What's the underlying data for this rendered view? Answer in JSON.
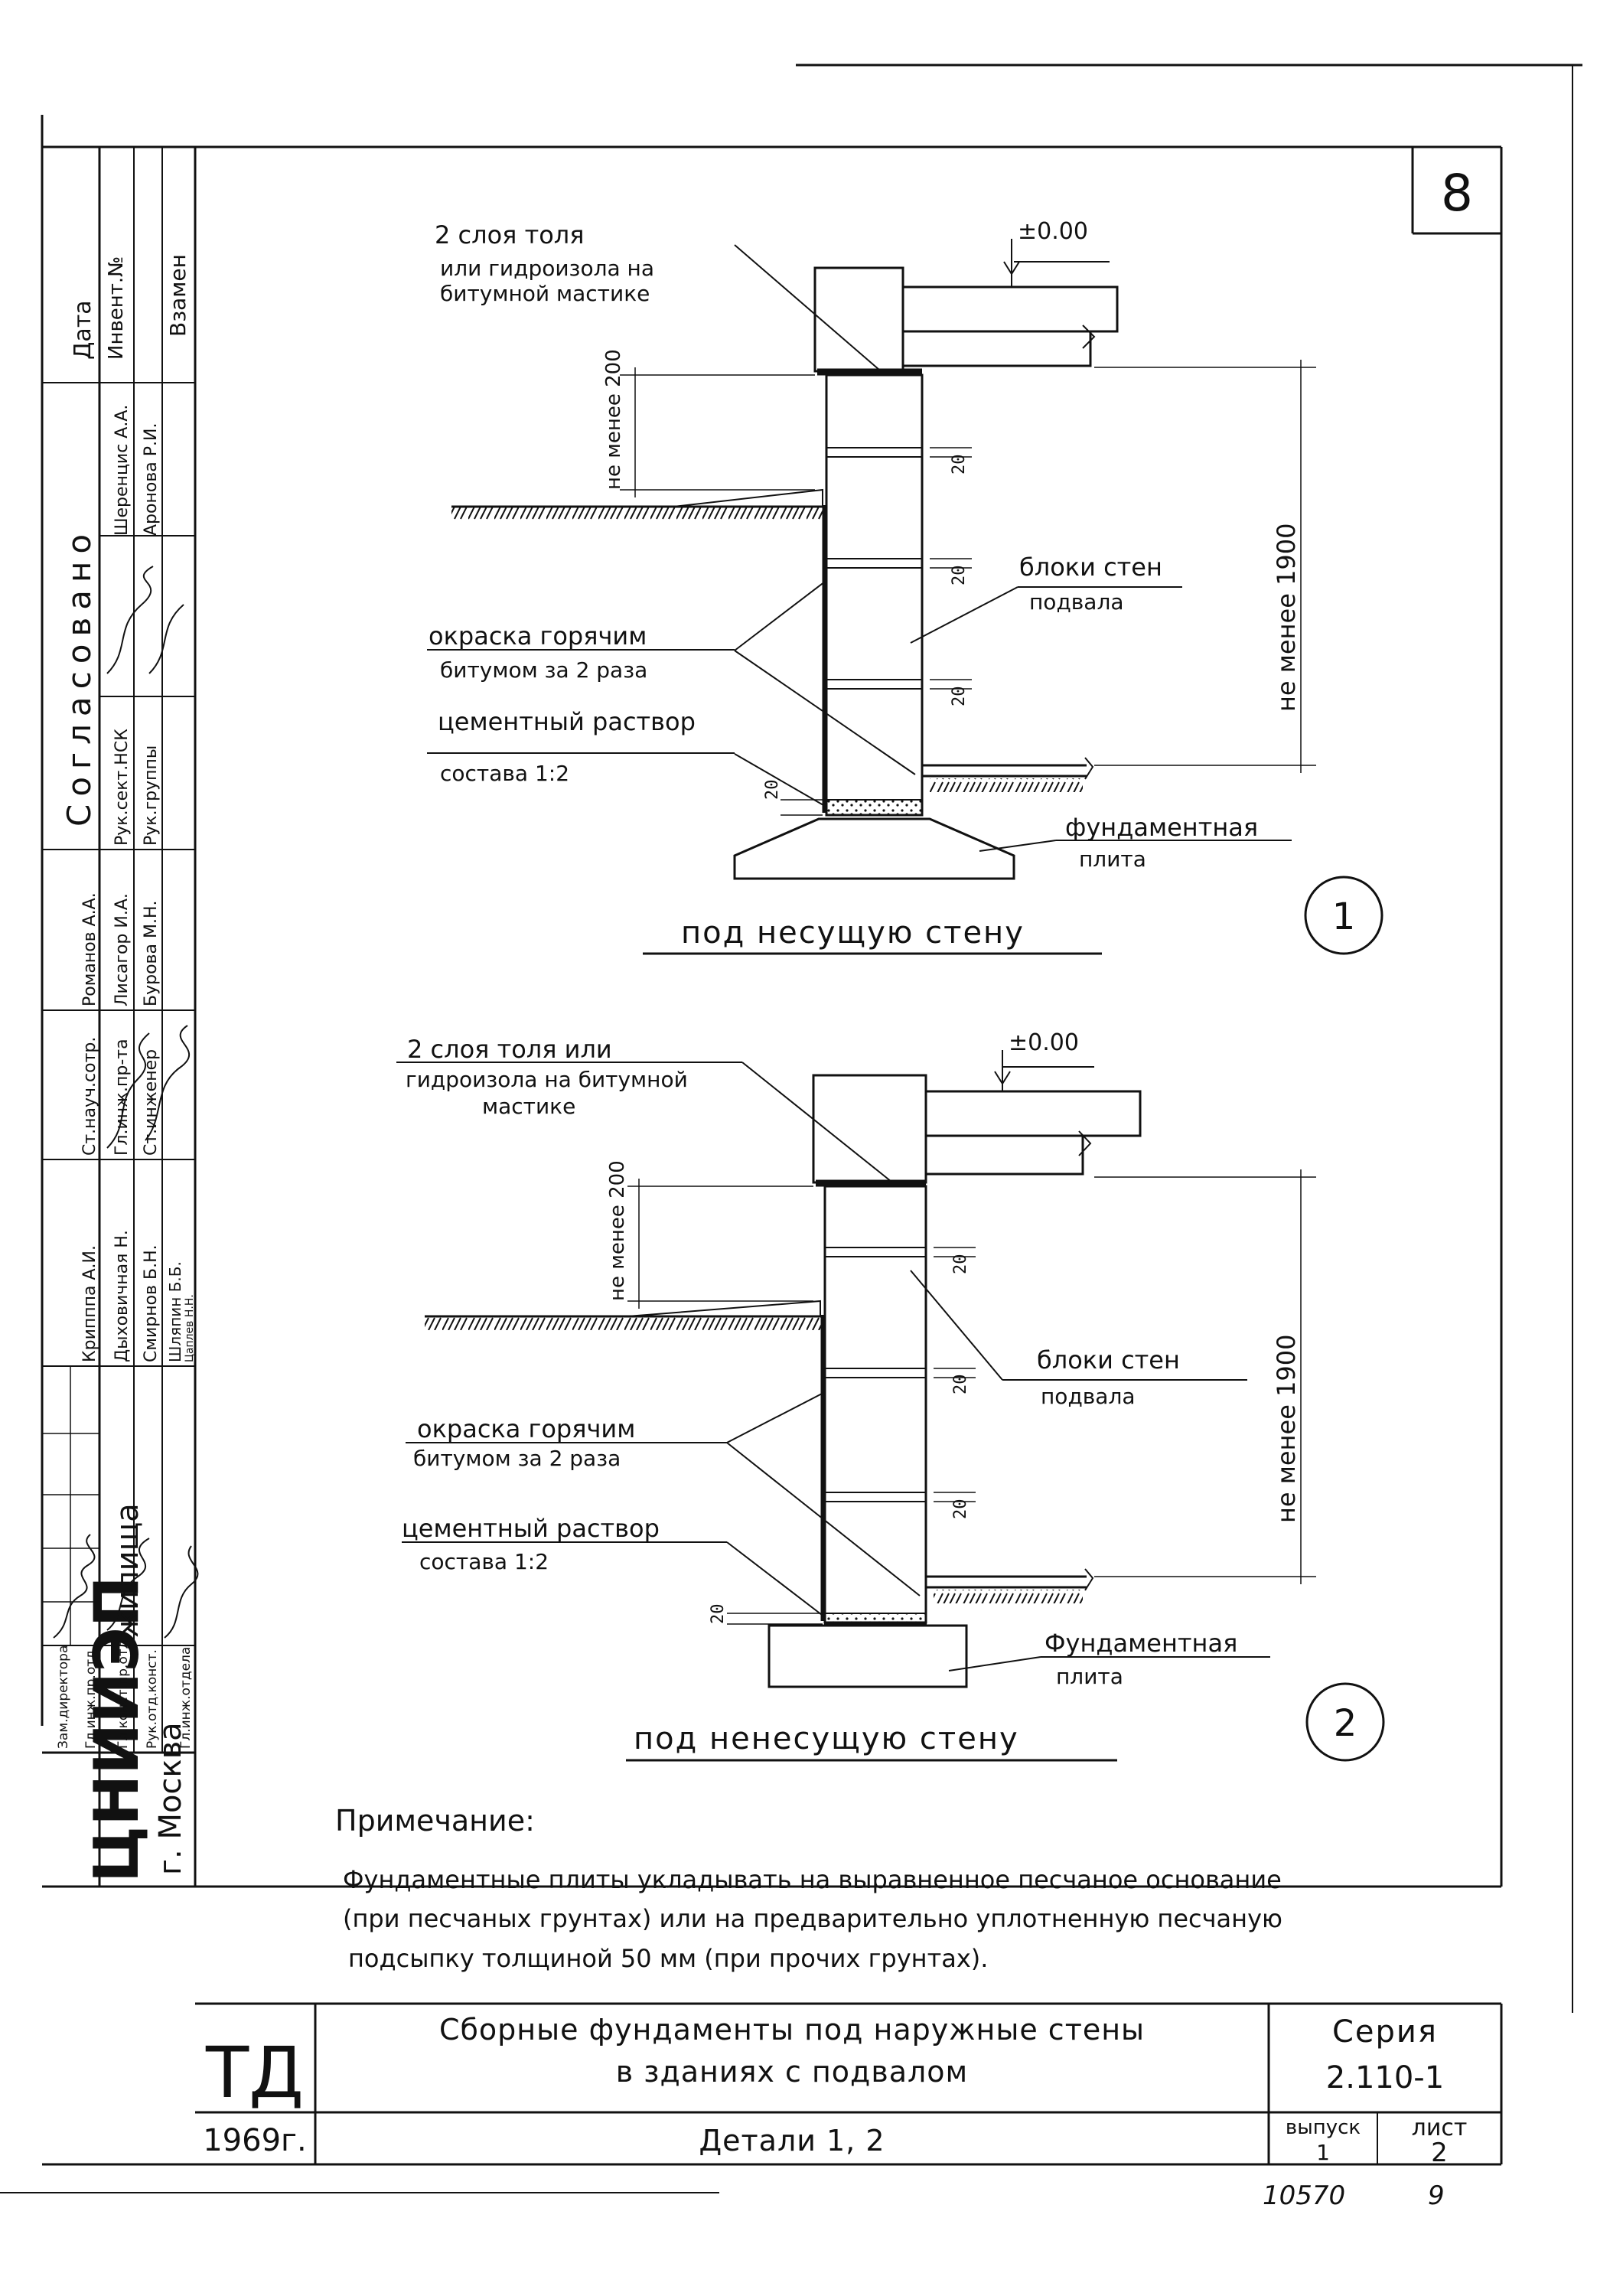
{
  "sheet": {
    "number": "8",
    "bottom_left_number": "10570",
    "bottom_right_number": "9"
  },
  "detail1": {
    "layers_note_line1": "2 слоя  толя",
    "layers_note_line2": "или гидроизола на",
    "layers_note_line3": "битумной мастике",
    "level": "±0.00",
    "dim_200": "не менее 200",
    "dim_1900": "не менее 1900",
    "dim_20": "20",
    "blocks_line1": "блоки стен",
    "blocks_line2": "подвала",
    "paint_line1": "окраска горячим",
    "paint_line2": "битумом за 2 раза",
    "mortar_line1": "цементный раствор",
    "mortar_line2": "состава 1:2",
    "plate_line1": "фундаментная",
    "plate_line2": "плита",
    "title": "под несущую стену",
    "marker": "1"
  },
  "detail2": {
    "layers_note_line1": "2 слоя толя  или",
    "layers_note_line2": "гидроизола на битумной",
    "layers_note_line3": "мастике",
    "level": "±0.00",
    "dim_200": "не менее 200",
    "dim_1900": "не менее 1900",
    "dim_20": "20",
    "blocks_line1": "блоки стен",
    "blocks_line2": "подвала",
    "paint_line1": "окраска горячим",
    "paint_line2": "битумом за 2 раза",
    "mortar_line1": "цементный раствор",
    "mortar_line2": "состава 1:2",
    "plate_line1": "Фундаментная",
    "plate_line2": "плита",
    "title": "под ненесущую стену",
    "marker": "2"
  },
  "note": {
    "heading": "Примечание:",
    "line1": "Фундаментные плиты укладывать на выравненное песчаное основание",
    "line2": "(при песчаных грунтах) или на предварительно уплотненную песчаную",
    "line3": "подсыпку толщиной  50 мм (при прочих грунтах)."
  },
  "title_block": {
    "code": "ТД",
    "year": "1969г.",
    "title_line1": "Сборные фундаменты под наружные стены",
    "title_line2": "в зданиях с подвалом",
    "detail": "Детали 1, 2",
    "series_label": "Серия",
    "series_value": "2.110-1",
    "issue_label": "выпуск",
    "issue_value": "1",
    "sheet_label": "лист",
    "sheet_value": "2"
  },
  "side_stamp": {
    "org_main": "ЦНИИЭП",
    "org_sub": "жилища",
    "city": "г. Москва",
    "approved_header": "Согласовано",
    "date_label": "Дата",
    "inv_label": "Инвент.№",
    "replace_label": "Взамен",
    "approvers": [
      "Шеренцис А.А.",
      "Аронова Р.И."
    ],
    "approver_roles": [
      "Рук.сект.НСК",
      "Рук.группы"
    ],
    "col1_roles": [
      "Зам.директора",
      "Гл.инж.пр.отд.",
      "Гл.конст.пр.отд.",
      "Рук.отд.конст.",
      "Гл.инж.отдела"
    ],
    "col2_roles": [
      "Ст.науч.сотр.",
      "Гл.инж.пр-та",
      "Ст.инженер"
    ],
    "col2_names": [
      "Крипппа А.И.",
      "Дыховичная Н.",
      "Смирнов Б.Н.",
      "Шляпин Б.Б.",
      "Цаплев Н.Н."
    ],
    "col3_names": [
      "Романов А.А.",
      "Лисагор И.А.",
      "Бурова М.Н."
    ]
  }
}
